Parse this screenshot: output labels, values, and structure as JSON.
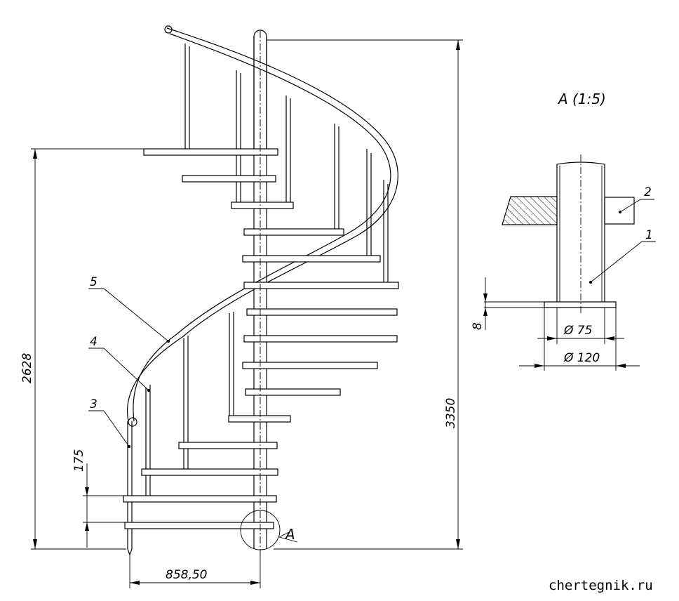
{
  "dimensions": {
    "total_height": "3350",
    "landing_height": "2628",
    "step_rise": "175",
    "radius": "858,50",
    "plate_thickness": "8",
    "pipe_diameter": "Ø 75",
    "plate_diameter": "Ø 120"
  },
  "callouts": {
    "part_1": "1",
    "part_2": "2",
    "part_3": "3",
    "part_4": "4",
    "part_5": "5",
    "detail_ref": "A"
  },
  "detail": {
    "title": "A (1:5)"
  },
  "watermark": "chertegnik.ru"
}
